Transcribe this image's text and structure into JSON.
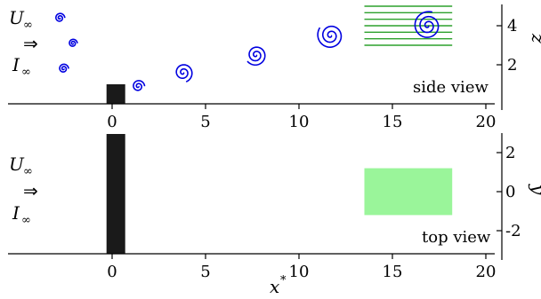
{
  "inflow": {
    "velocity_label": "U",
    "intensity_label": "I",
    "subscript": "∞",
    "arrow": "⇒"
  },
  "panels": [
    {
      "id": "side",
      "view_label": "side view",
      "y_axis_label": "z*",
      "y_ticks": [
        2,
        4
      ],
      "y_range": [
        0,
        5.2
      ]
    },
    {
      "id": "top",
      "view_label": "top view",
      "y_axis_label": "y*",
      "y_ticks": [
        -2,
        0,
        2
      ],
      "y_range": [
        -3.2,
        3
      ]
    }
  ],
  "x_axis": {
    "label": "x*",
    "ticks": [
      0,
      5,
      10,
      15,
      20
    ],
    "range": [
      -5.7,
      20.8
    ]
  },
  "objects": {
    "obstacle_side": {
      "x": [
        -0.3,
        0.7
      ],
      "z": [
        0,
        1.0
      ]
    },
    "obstacle_top": {
      "x": [
        -0.3,
        0.7
      ],
      "y": [
        -3.2,
        3
      ]
    },
    "probe_region_side": {
      "x": [
        13.5,
        18.2
      ],
      "z": [
        3.0,
        5.0
      ],
      "lines": 7
    },
    "probe_region_top": {
      "x": [
        13.5,
        18.2
      ],
      "y": [
        -1.2,
        1.2
      ]
    }
  },
  "vortices": [
    {
      "x": -2.8,
      "z": 4.4,
      "turns": 2.0,
      "r": 0.25
    },
    {
      "x": -2.1,
      "z": 3.1,
      "turns": 2.0,
      "r": 0.22
    },
    {
      "x": -2.6,
      "z": 1.8,
      "turns": 2.0,
      "r": 0.25
    },
    {
      "x": 1.4,
      "z": 0.9,
      "turns": 2.0,
      "r": 0.32
    },
    {
      "x": 3.8,
      "z": 1.6,
      "turns": 2.2,
      "r": 0.5
    },
    {
      "x": 7.7,
      "z": 2.5,
      "turns": 2.4,
      "r": 0.55
    },
    {
      "x": 11.7,
      "z": 3.5,
      "turns": 2.6,
      "r": 0.7
    },
    {
      "x": 16.9,
      "z": 4.0,
      "turns": 2.8,
      "r": 0.75
    }
  ],
  "colors": {
    "obstacle": "#1a1a1a",
    "probe_lines": "#2ca02c",
    "probe_fill": "#9af59a",
    "vortex": "#0000e0"
  }
}
